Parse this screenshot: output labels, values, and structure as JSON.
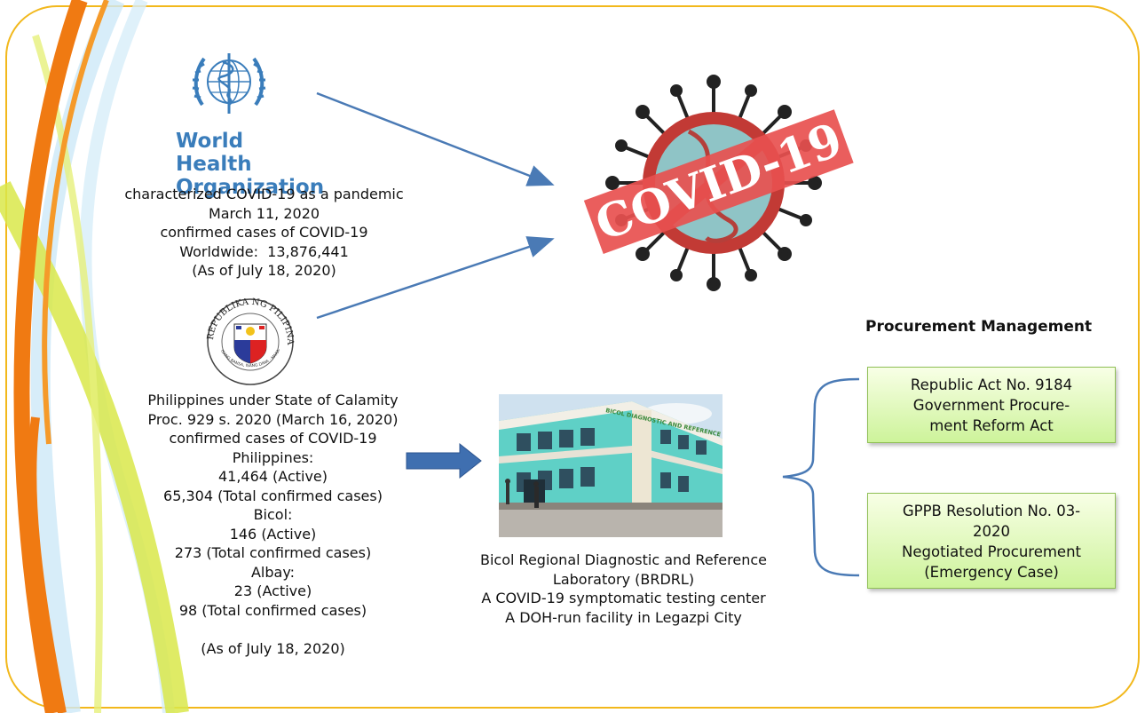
{
  "who": {
    "logo_text_line1": "World Health",
    "logo_text_line2": "Organization",
    "lines": [
      "characterized COVID-19 as a pandemic",
      "March 11, 2020",
      "confirmed cases of COVID-19",
      "Worldwide:  13,876,441",
      "(As of July 18, 2020)"
    ]
  },
  "seal": {
    "ring_text": "REPUBLIKA NG PILIPINAS",
    "motto": "ISANG BANSA, ISANG DIWA · MAKA-DIYOS, MAKA-TAO"
  },
  "philippines": {
    "lines": [
      "Philippines under State of Calamity",
      "Proc. 929 s. 2020 (March 16, 2020)",
      "confirmed cases of COVID-19",
      "Philippines:",
      "41,464 (Active)",
      "65,304 (Total confirmed cases)",
      "Bicol:",
      "146 (Active)",
      "273 (Total confirmed cases)",
      "Albay:",
      "23 (Active)",
      "98 (Total confirmed cases)",
      "",
      "(As of July 18, 2020)"
    ]
  },
  "covid_stamp": {
    "text": "COVID-19"
  },
  "building_sign": {
    "text": "BICOL DIAGNOSTIC AND REFERENCE LABORATORY"
  },
  "laboratory": {
    "lines": [
      "Bicol Regional Diagnostic and Reference",
      "Laboratory (BRDRL)",
      "A COVID-19 symptomatic testing center",
      "A DOH-run facility in Legazpi City"
    ]
  },
  "procurement": {
    "heading": "Procurement Management",
    "box1_lines": [
      "Republic Act No. 9184",
      "Government Procure-",
      "ment Reform Act"
    ],
    "box2_lines": [
      "GPPB Resolution No. 03-",
      "2020",
      "Negotiated Procurement",
      "(Emergency Case)"
    ]
  },
  "colors": {
    "frame_border": "#f2b81c",
    "arrow_blue": "#4a7ab5",
    "who_blue": "#3a7dbb",
    "covid_red": "#e8504f",
    "box_green": "#cdf39a"
  }
}
